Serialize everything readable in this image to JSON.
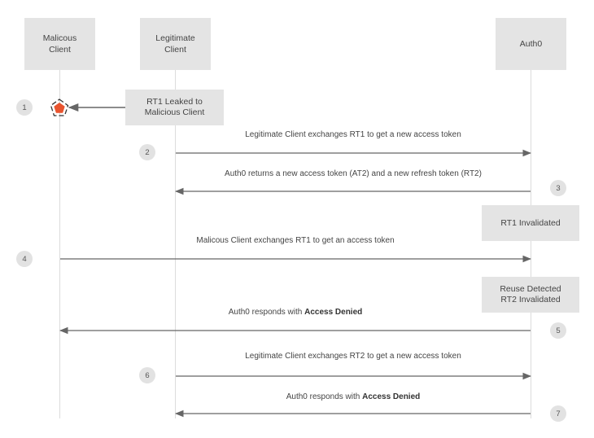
{
  "participants": [
    {
      "label": "Malicous\nClient"
    },
    {
      "label": "Legitimate\nClient"
    },
    {
      "label": "Auth0"
    }
  ],
  "notes": {
    "leak": "RT1 Leaked to\nMalicious Client",
    "invalidated": "RT1 Invalidated",
    "reuse": "Reuse Detected\nRT2 Invalidated"
  },
  "steps": [
    "1",
    "2",
    "3",
    "4",
    "5",
    "6",
    "7"
  ],
  "messages": {
    "m2": "Legitimate Client exchanges RT1 to get a new access token",
    "m3": "Auth0 returns a new access token (AT2) and a new refresh token (RT2)",
    "m4": "Malicous Client exchanges RT1 to get an access token",
    "m5_prefix": "Auth0 responds with ",
    "m5_bold": "Access Denied",
    "m6": "Legitimate Client exchanges RT2 to get a new access token",
    "m7_prefix": "Auth0 responds with ",
    "m7_bold": "Access Denied"
  },
  "icons": {
    "attacker": "pentagon-alert-icon"
  },
  "colors": {
    "attacker": "#e8542f",
    "arrow": "#666666"
  }
}
